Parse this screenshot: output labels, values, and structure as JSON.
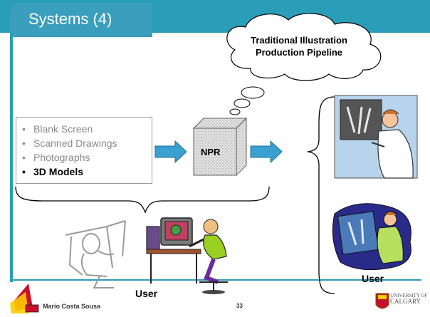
{
  "slide": {
    "title": "Systems (4)",
    "cloud_text_line1": "Traditional Illustration",
    "cloud_text_line2": "Production Pipeline",
    "inputs": [
      {
        "label": "Blank Screen",
        "bold": false
      },
      {
        "label": "Scanned Drawings",
        "bold": false
      },
      {
        "label": "Photographs",
        "bold": false
      },
      {
        "label": "3D Models",
        "bold": true
      }
    ],
    "bullet": "•",
    "npr_label": "NPR",
    "user_label_left": "User",
    "user_label_right": "User",
    "author": "Mario Costa Sousa",
    "page_number": "33",
    "university_line1": "UNIVERSITY OF",
    "university_line2": "CALGARY"
  },
  "colors": {
    "title_band": "#2a9db8",
    "arrow": "#3aa0d0",
    "input_text": "#8a8a8a"
  }
}
